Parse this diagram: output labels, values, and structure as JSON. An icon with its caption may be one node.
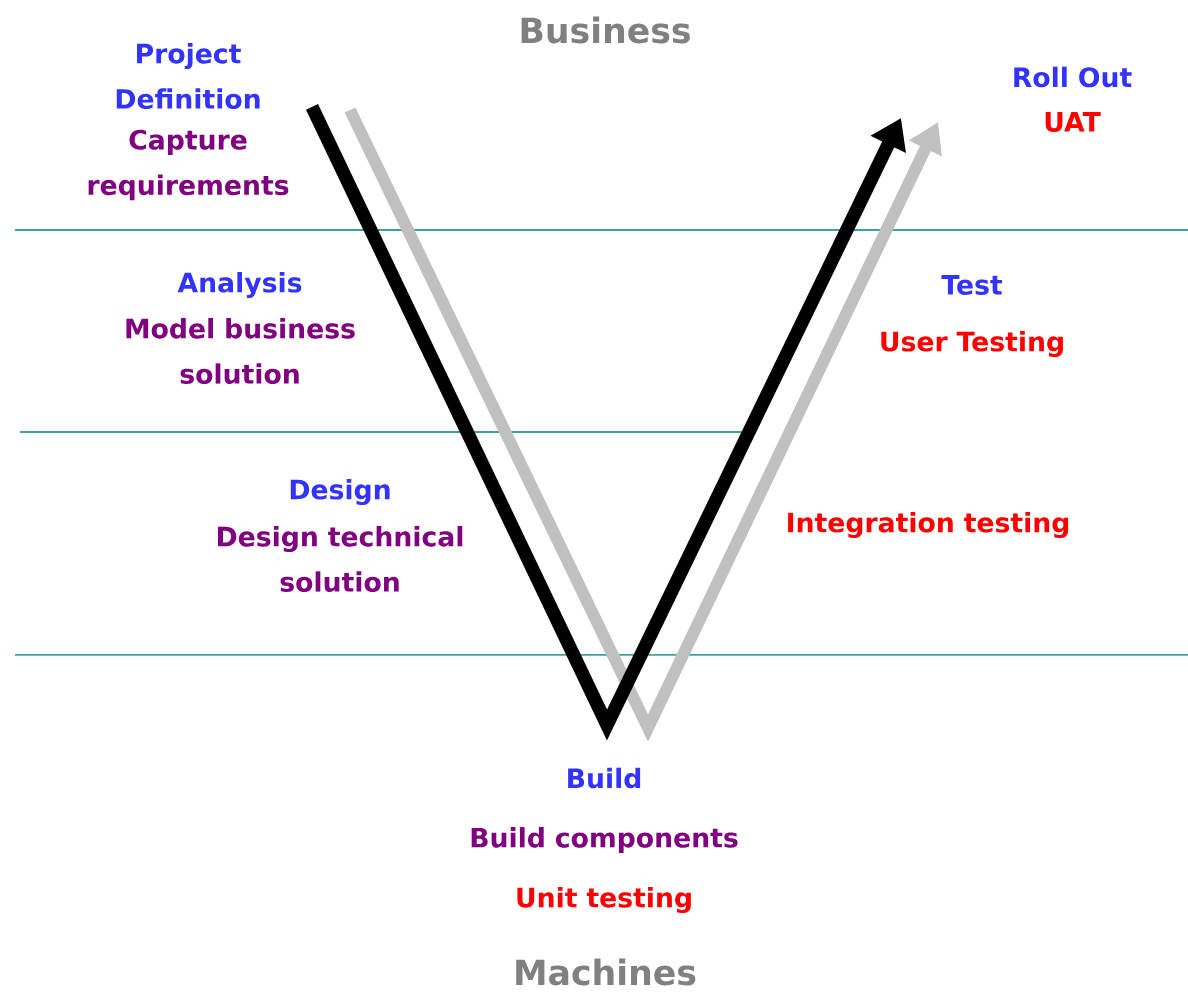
{
  "diagram": {
    "labels": [
      "Business",
      "Project Definition",
      "Roll Out",
      "Capture requirements",
      "UAT",
      "Analysis",
      "Test",
      "Model business solution",
      "User Testing",
      "Design",
      "Design technical solution",
      "Integration testing",
      "Build",
      "Build components",
      "Unit testing",
      "Machines"
    ]
  }
}
